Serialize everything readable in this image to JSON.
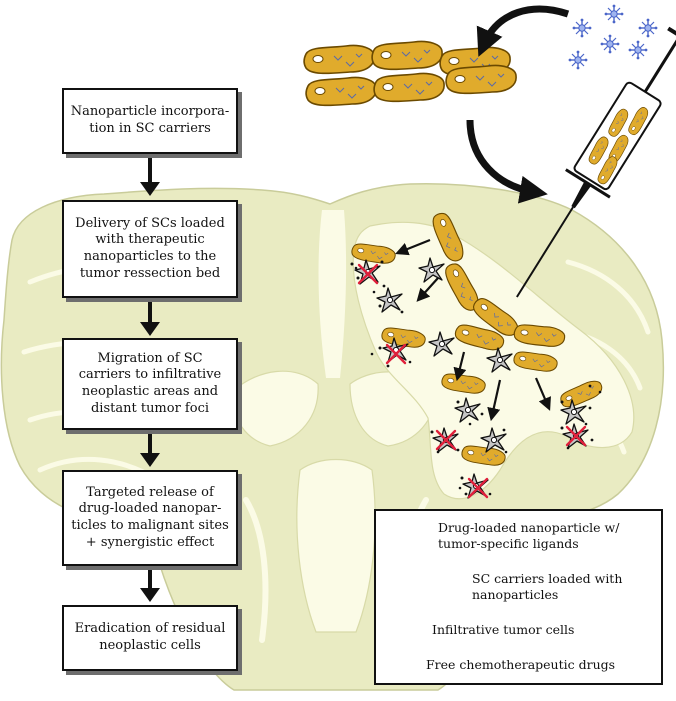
{
  "steps": [
    "Nanoparticle incorpora-tion in SC carriers",
    "Delivery of SCs loaded with therapeutic nanoparticles to the tumor ressection bed",
    "Migration of SC carriers to infiltrative neoplastic areas and distant tumor foci",
    "Targeted release of drug-loaded nanopar-ticles to malignant sites + synergistic effect",
    "Eradication of residual neoplastic cells"
  ],
  "legend": {
    "nanoparticle": "Drug-loaded  nanoparticle w/ tumor-specific ligands",
    "sc_carrier": "SC carriers loaded with nanoparticles",
    "tumor_cell": "Infiltrative tumor cells",
    "free_drugs": "Free chemotherapeutic drugs"
  },
  "colors": {
    "brain_tissue": "#e9ebc2",
    "brain_inner": "#fbfbe6",
    "sc_carrier_fill": "#e0ab2c",
    "sc_carrier_stroke": "#6b4a00",
    "nanoparticle": "#4b66c9",
    "tumor_cell": "#c6c6c6",
    "cross_mark": "#e0203b",
    "box_shadow": "#6e6e6e"
  }
}
